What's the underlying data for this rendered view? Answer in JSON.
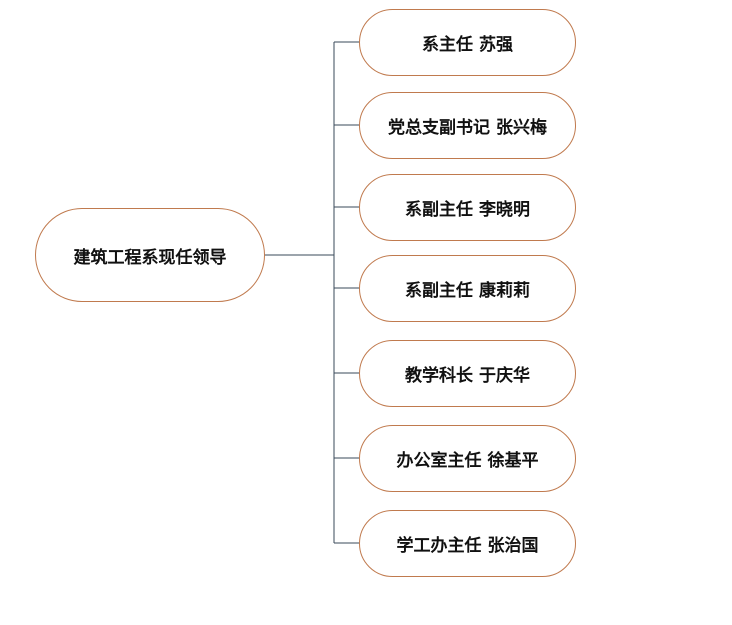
{
  "root": {
    "label": "建筑工程系现任领导"
  },
  "children": [
    {
      "label": "系主任 苏强"
    },
    {
      "label": "党总支副书记 张兴梅"
    },
    {
      "label": "系副主任 李晓明"
    },
    {
      "label": "系副主任 康莉莉"
    },
    {
      "label": "教学科长 于庆华"
    },
    {
      "label": "办公室主任 徐基平"
    },
    {
      "label": "学工办主任 张治国"
    }
  ],
  "colors": {
    "node_border": "#c07a4e",
    "connector": "#3a4a5a",
    "text": "#111111"
  }
}
